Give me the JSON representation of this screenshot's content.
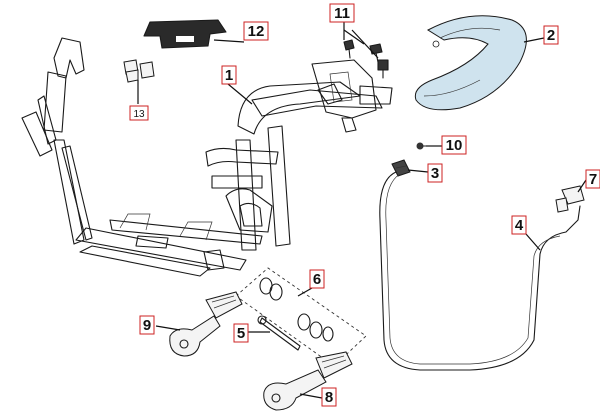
{
  "diagram": {
    "callouts": [
      {
        "id": "c1",
        "label": "1"
      },
      {
        "id": "c2",
        "label": "2"
      },
      {
        "id": "c3",
        "label": "3"
      },
      {
        "id": "c4",
        "label": "4"
      },
      {
        "id": "c5",
        "label": "5"
      },
      {
        "id": "c6",
        "label": "6"
      },
      {
        "id": "c7",
        "label": "7"
      },
      {
        "id": "c8",
        "label": "8"
      },
      {
        "id": "c9",
        "label": "9"
      },
      {
        "id": "c10",
        "label": "10"
      },
      {
        "id": "c11",
        "label": "11"
      },
      {
        "id": "c12",
        "label": "12"
      },
      {
        "id": "c13",
        "label": "13"
      }
    ],
    "colors": {
      "callout_border": "#cc2222",
      "line": "#1a1a1a",
      "grab_rail_tint": "#cfe3ee"
    }
  }
}
